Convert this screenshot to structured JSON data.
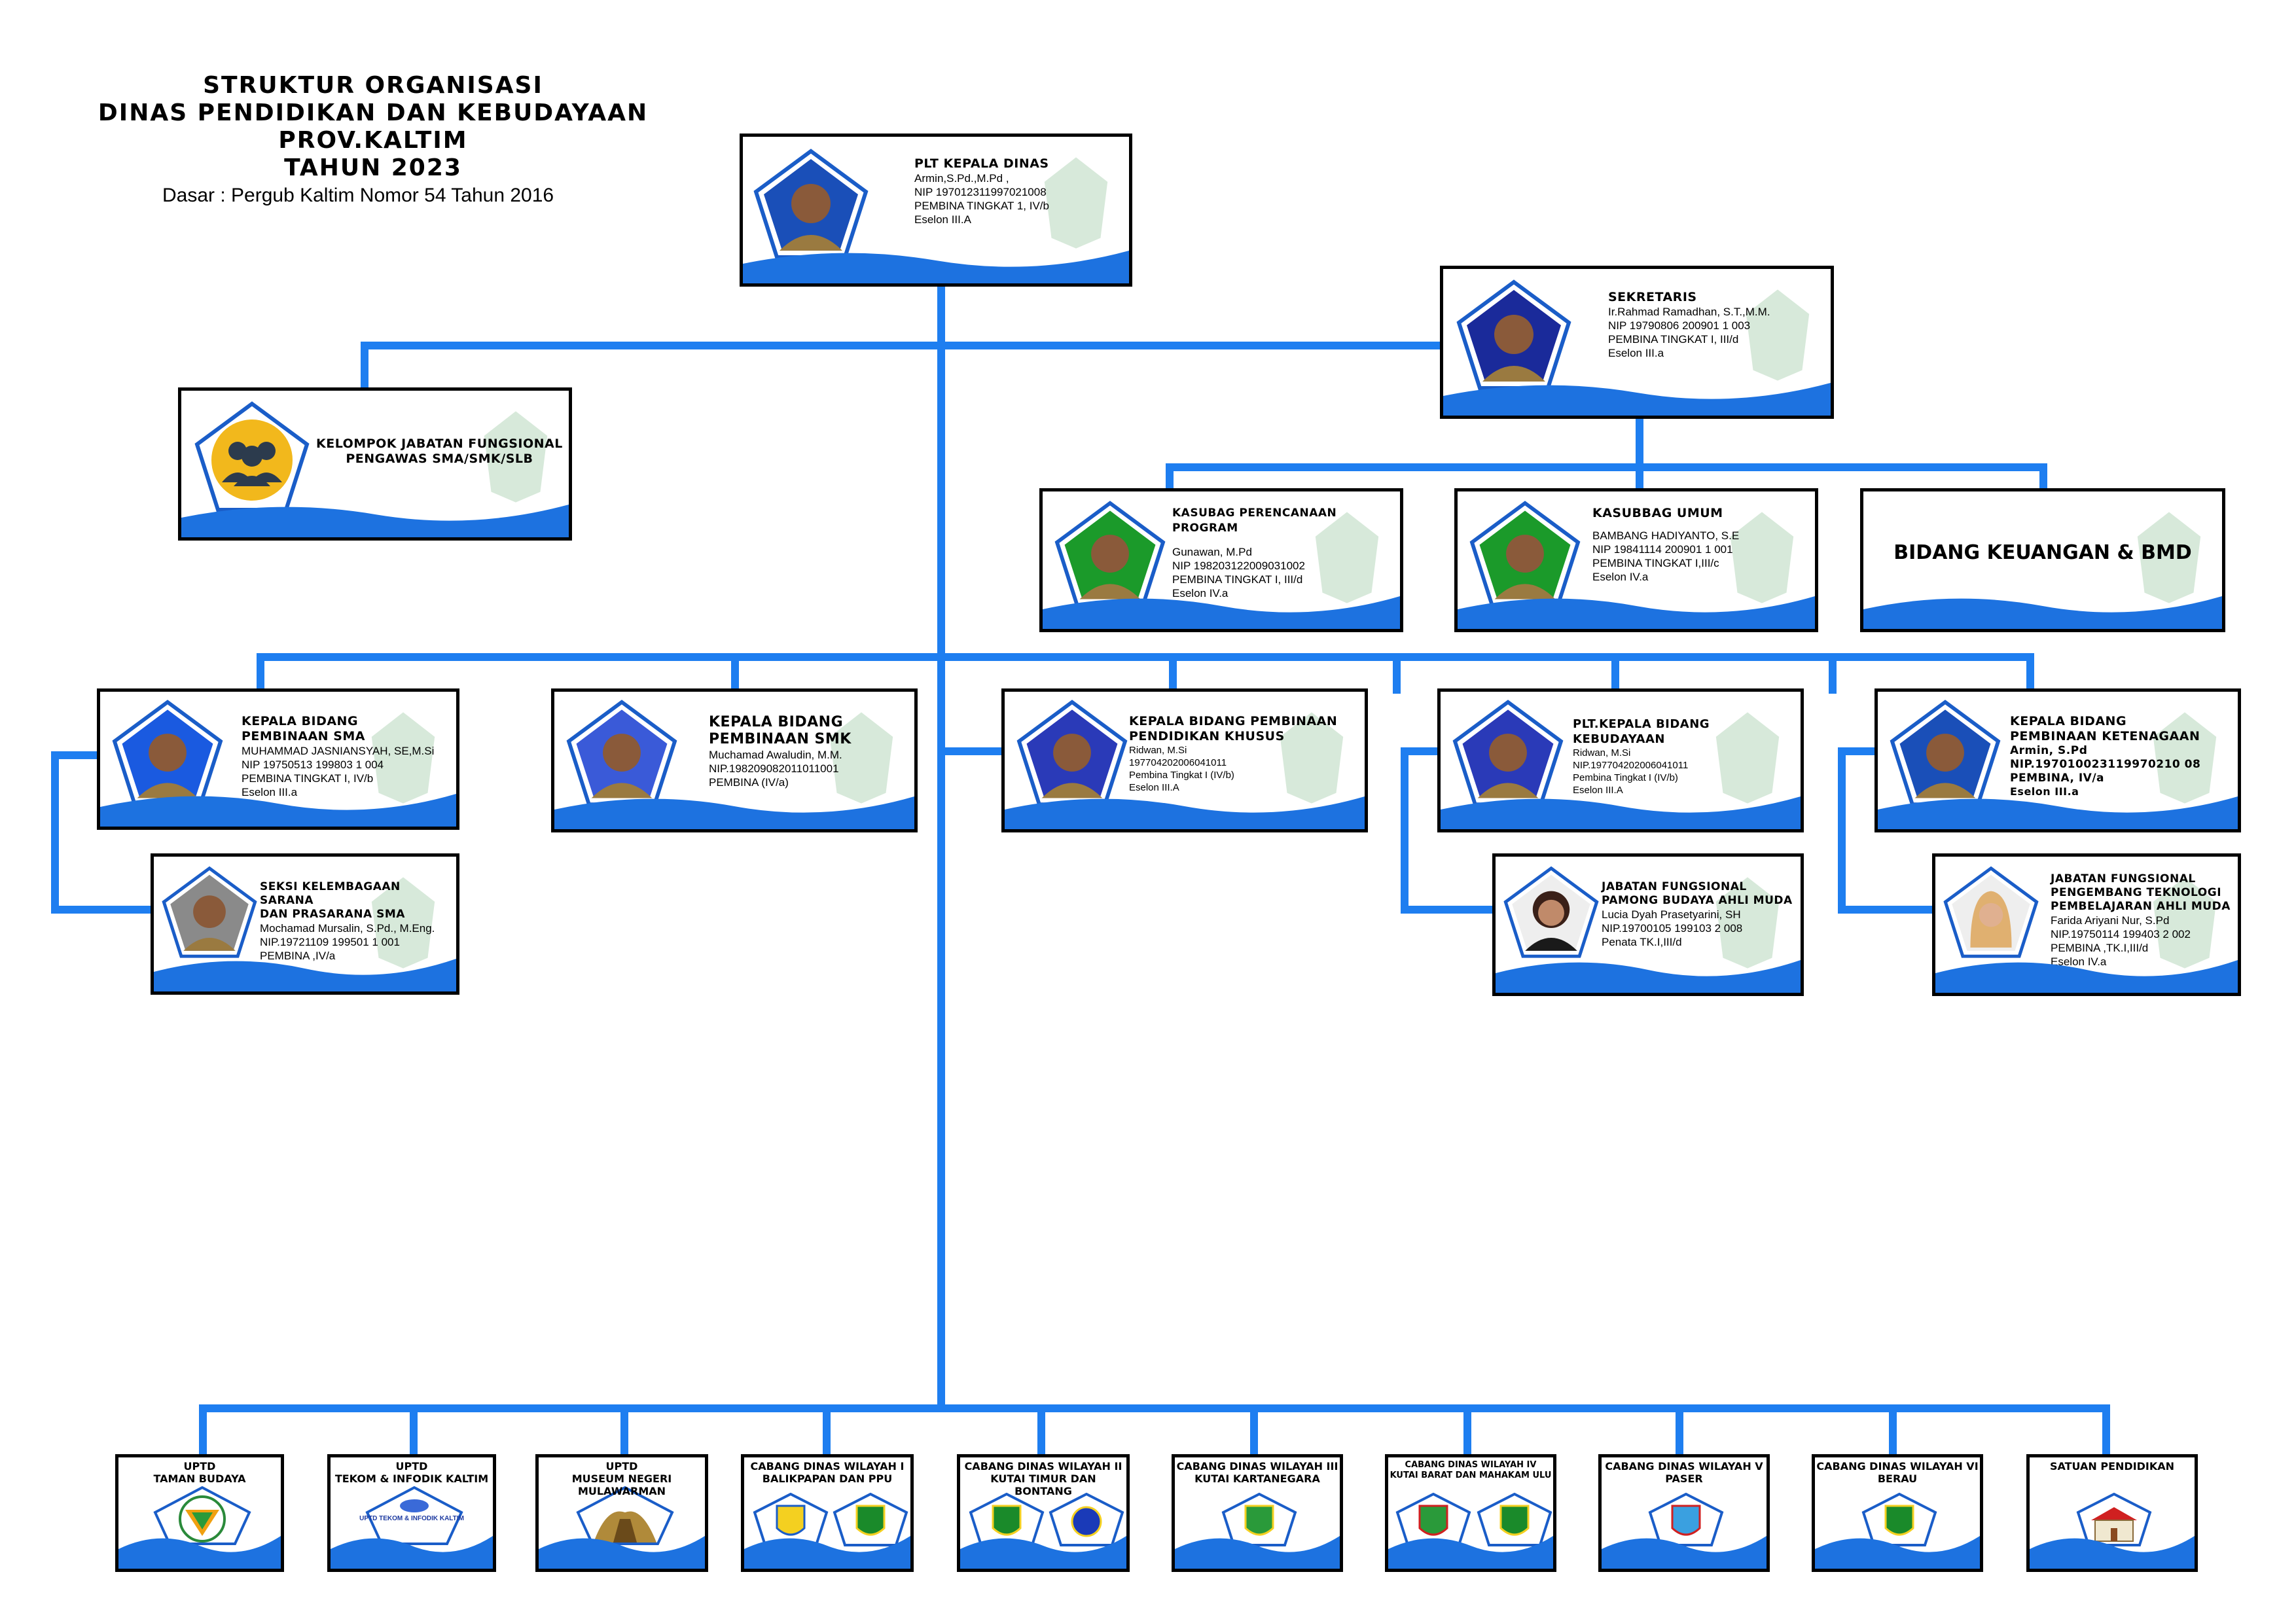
{
  "header": {
    "line1": "STRUKTUR ORGANISASI",
    "line2": "DINAS PENDIDIKAN DAN KEBUDAYAAN PROV.KALTIM",
    "line3": "TAHUN 2023",
    "basis": "Dasar : Pergub Kaltim Nomor 54 Tahun 2016"
  },
  "colors": {
    "line": "#1e7ef0",
    "wave": "#1d72e0",
    "frame": "#000000"
  },
  "head": {
    "title": "PLT KEPALA DINAS",
    "name": "Armin,S.Pd.,M.Pd ,",
    "nip": "NIP 197012311997021008",
    "rank": "PEMBINA TINGKAT 1, IV/b",
    "eselon": "Eselon III.A"
  },
  "sekretaris": {
    "title": "SEKRETARIS",
    "name": "Ir.Rahmad Ramadhan, S.T.,M.M.",
    "nip": "NIP 19790806 200901 1 003",
    "rank": "PEMBINA TINGKAT I, III/d",
    "eselon": "Eselon III.a"
  },
  "fungsional": {
    "title1": "KELOMPOK JABATAN FUNGSIONAL",
    "title2": "PENGAWAS SMA/SMK/SLB",
    "icon": "group-icon"
  },
  "kasubag_perencanaan": {
    "title": "KASUBAG PERENCANAAN PROGRAM",
    "name": "Gunawan, M.Pd",
    "nip": "NIP 198203122009031002",
    "rank": "PEMBINA TINGKAT I, III/d",
    "eselon": "Eselon IV.a"
  },
  "kasubag_umum": {
    "title": "KASUBBAG UMUM",
    "name": "BAMBANG HADIYANTO, S.E",
    "nip": "NIP 19841114 200901 1 001",
    "rank": "PEMBINA TINGKAT I,III/c",
    "eselon": "Eselon IV.a"
  },
  "keuangan": {
    "title": "BIDANG KEUANGAN & BMD"
  },
  "bidang_sma": {
    "title1": "KEPALA BIDANG",
    "title2": "PEMBINAAN SMA",
    "name": "MUHAMMAD JASNIANSYAH, SE,M.Si",
    "nip": "NIP 19750513 199803 1 004",
    "rank": "PEMBINA TINGKAT I, IV/b",
    "eselon": "Eselon III.a"
  },
  "seksi_sarana": {
    "title1": "SEKSI KELEMBAGAAN SARANA",
    "title2": "DAN PRASARANA SMA",
    "name": "Mochamad Mursalin, S.Pd., M.Eng.",
    "nip": "NIP.19721109 199501 1 001",
    "rank": "PEMBINA ,IV/a"
  },
  "bidang_smk": {
    "title1": "KEPALA BIDANG",
    "title2": "PEMBINAAN SMK",
    "name": "Muchamad Awaludin, M.M.",
    "nip": "NIP.198209082011011001",
    "rank": "PEMBINA (IV/a)"
  },
  "bidang_pk": {
    "title1": "KEPALA BIDANG PEMBINAAN",
    "title2": "PENDIDIKAN KHUSUS",
    "name": "Ridwan, M.Si",
    "nip": "197704202006041011",
    "rank": "Pembina Tingkat I (IV/b)",
    "eselon": "Eselon III.A"
  },
  "bidang_kebudayaan": {
    "title": "PLT.KEPALA BIDANG KEBUDAYAAN",
    "name": "Ridwan, M.Si",
    "nip": "NIP.197704202006041011",
    "rank": "Pembina Tingkat I (IV/b)",
    "eselon": "Eselon III.A"
  },
  "pamong": {
    "title1": "JABATAN FUNGSIONAL",
    "title2": "PAMONG BUDAYA AHLI MUDA",
    "name": "Lucia Dyah Prasetyarini, SH",
    "nip": "NIP.19700105 199103 2 008",
    "rank": "Penata TK.I,III/d"
  },
  "bidang_ketenagaan": {
    "title1": "KEPALA BIDANG",
    "title2": "PEMBINAAN KETENAGAAN",
    "name": "Armin, S.Pd",
    "nip": "NIP.197010023119970210 08",
    "rank": "PEMBINA, IV/a",
    "eselon": "Eselon III.a"
  },
  "pengembang_tek": {
    "title1": "JABATAN FUNGSIONAL",
    "title2": "PENGEMBANG TEKNOLOGI",
    "title3": "PEMBELAJARAN AHLI MUDA",
    "name": "Farida Ariyani Nur, S.Pd",
    "nip": "NIP.19750114 199403 2 002",
    "rank": "PEMBINA ,TK.I,III/d",
    "eselon": "Eselon IV.a"
  },
  "bottom": [
    {
      "l1": "UPTD",
      "l2": "TAMAN BUDAYA",
      "icon": "taman-budaya-logo"
    },
    {
      "l1": "UPTD",
      "l2": "TEKOM & INFODIK KALTIM",
      "icon": "tekom-logo",
      "sub": "UPTD TEKOM & INFODIK KALTIM"
    },
    {
      "l1": "UPTD",
      "l2": "MUSEUM NEGERI",
      "l3": "MULAWARMAN",
      "icon": "museum-icon"
    },
    {
      "l1": "CABANG DINAS WILAYAH I",
      "l2": "BALIKPAPAN DAN PPU",
      "icon": "regency-emblem"
    },
    {
      "l1": "CABANG DINAS WILAYAH II",
      "l2": "KUTAI TIMUR DAN BONTANG",
      "icon": "regency-emblem"
    },
    {
      "l1": "CABANG DINAS WILAYAH III",
      "l2": "KUTAI KARTANEGARA",
      "icon": "regency-emblem"
    },
    {
      "l1": "CABANG DINAS WILAYAH IV",
      "l2": "KUTAI BARAT DAN MAHAKAM ULU",
      "icon": "regency-emblem"
    },
    {
      "l1": "CABANG DINAS WILAYAH V",
      "l2": "PASER",
      "icon": "regency-emblem"
    },
    {
      "l1": "CABANG DINAS WILAYAH VI",
      "l2": "BERAU",
      "icon": "regency-emblem"
    },
    {
      "l1": "SATUAN PENDIDIKAN",
      "icon": "school-building-icon"
    }
  ]
}
